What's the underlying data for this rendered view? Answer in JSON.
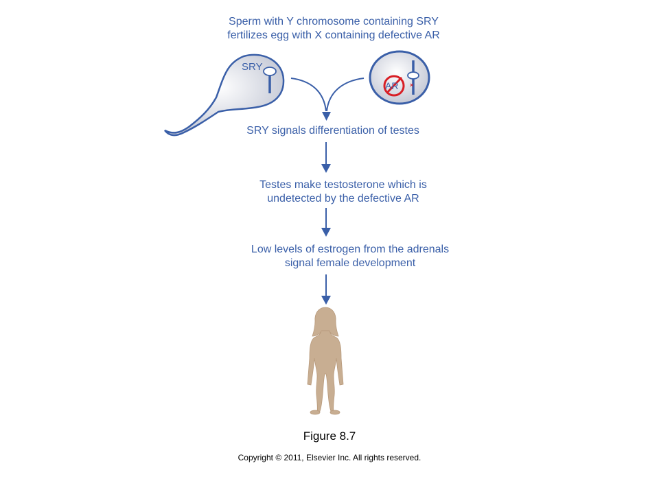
{
  "steps": [
    {
      "lines": [
        "Sperm with Y chromosome containing SRY",
        "fertilizes egg with X containing defective AR"
      ]
    },
    {
      "lines": [
        "SRY signals differentiation of testes"
      ]
    },
    {
      "lines": [
        "Testes make testosterone which is",
        "undetected by the defective AR"
      ]
    },
    {
      "lines": [
        "Low levels of estrogen from the adrenals",
        "signal female development"
      ]
    }
  ],
  "labels": {
    "sry": "SRY",
    "ar": "AR"
  },
  "caption": "Figure 8.7",
  "copyright": "Copyright © 2011, Elsevier Inc. All rights reserved.",
  "colors": {
    "primary": "#3a5fa8",
    "cell_fill": "#d9dce4",
    "forbidden": "#d81f26",
    "figure_fill": "#c8ae92"
  }
}
